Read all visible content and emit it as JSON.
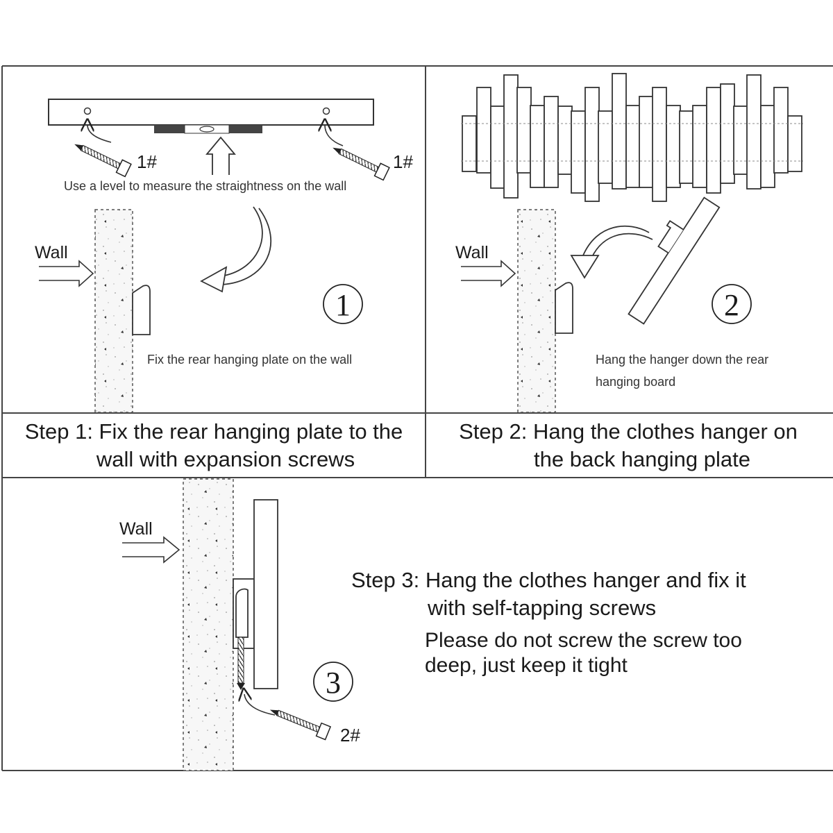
{
  "panel1": {
    "screw_label_left": "1#",
    "screw_label_right": "1#",
    "level_caption": "Use a level to measure the straightness on the wall",
    "wall_label": "Wall",
    "badge": "1",
    "fix_caption": "Fix the rear hanging plate on the wall",
    "step_line1": "Step 1: Fix the rear hanging plate to the",
    "step_line2": "wall with expansion screws"
  },
  "panel2": {
    "wall_label": "Wall",
    "badge": "2",
    "hang_caption_line1": "Hang the hanger down the rear",
    "hang_caption_line2": "hanging board",
    "step_line1": "Step 2: Hang the clothes hanger on",
    "step_line2": "the back hanging plate"
  },
  "panel3": {
    "wall_label": "Wall",
    "badge": "3",
    "screw_label": "2#",
    "step_line1": "Step 3: Hang the clothes hanger and fix it",
    "step_line2": "with self-tapping screws",
    "note_line1": "Please do not screw the screw too",
    "note_line2": "deep, just keep it tight"
  }
}
